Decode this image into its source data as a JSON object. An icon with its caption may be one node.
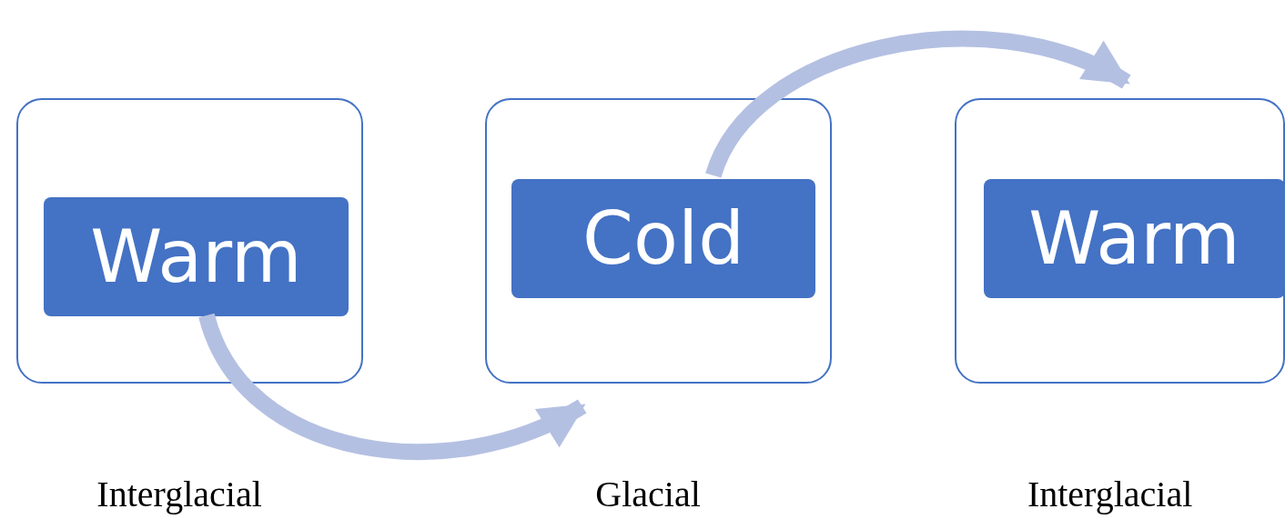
{
  "diagram": {
    "nodes": [
      {
        "text": [],
        "shape": "box",
        "beside": [
          "Interglacial"
        ]
      },
      {
        "text": [
          "Warm"
        ],
        "in": 0
      },
      {
        "text": [],
        "shape": "box",
        "beside": [
          "Glacial"
        ]
      },
      {
        "text": [
          "Cold"
        ],
        "in": 2
      },
      {
        "text": [],
        "shape": "box",
        "beside": [
          "Interglacial"
        ]
      },
      {
        "text": [
          "Warm"
        ],
        "in": 4
      }
    ],
    "edges": [
      {
        "from": 1,
        "to": 2,
        "arrow": "to"
      },
      {
        "from": 3,
        "to": 4,
        "arrow": "to"
      }
    ]
  }
}
